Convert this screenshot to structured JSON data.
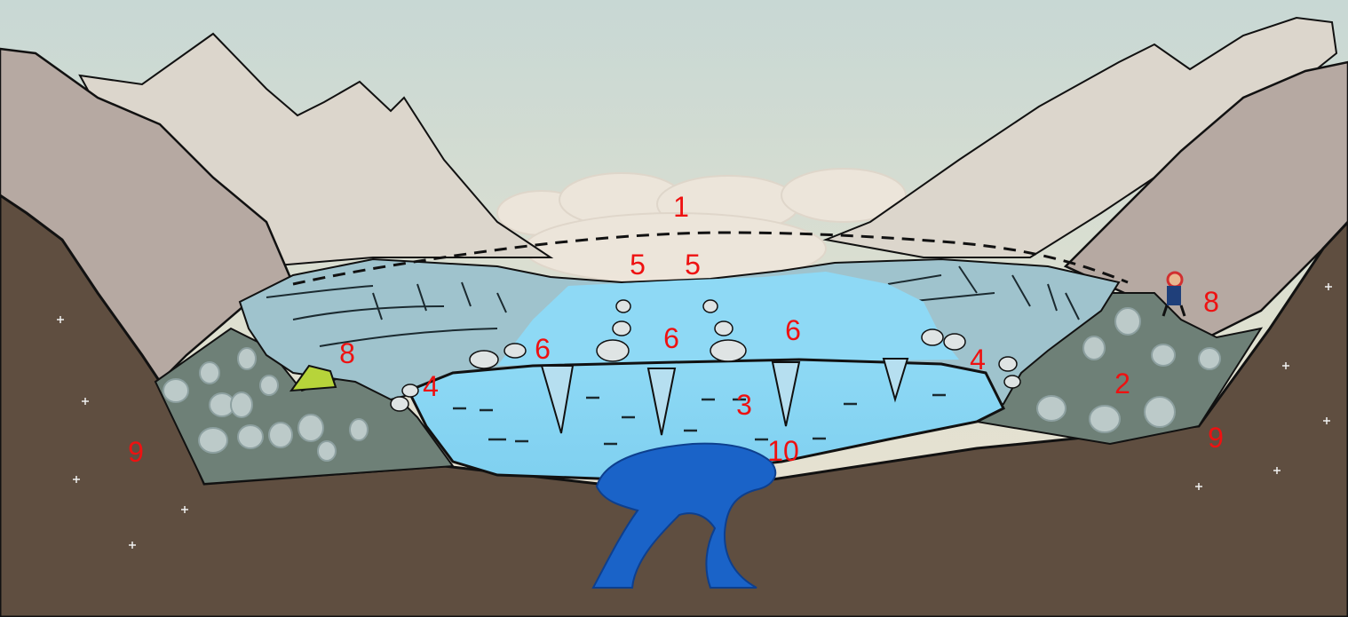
{
  "diagram": {
    "labels": [
      {
        "id": "1",
        "text": "1"
      },
      {
        "id": "5a",
        "text": "5"
      },
      {
        "id": "5b",
        "text": "5"
      },
      {
        "id": "6a",
        "text": "6"
      },
      {
        "id": "6b",
        "text": "6"
      },
      {
        "id": "6c",
        "text": "6"
      },
      {
        "id": "8a",
        "text": "8"
      },
      {
        "id": "8b",
        "text": "8"
      },
      {
        "id": "4a",
        "text": "4"
      },
      {
        "id": "4b",
        "text": "4"
      },
      {
        "id": "3",
        "text": "3"
      },
      {
        "id": "2",
        "text": "2"
      },
      {
        "id": "9a",
        "text": "9"
      },
      {
        "id": "9b",
        "text": "9"
      },
      {
        "id": "10",
        "text": "10"
      }
    ],
    "colors": {
      "sky_top": "#c8d6d2",
      "sky_bottom": "#e6dccb",
      "snow_peaks": "#dcd6cc",
      "mid_slopes": "#b6a9a2",
      "bedrock": "#5f4e40",
      "moraine": "#6e8077",
      "boulders": "#bccac9",
      "glacier_ice": "#9fc3cd",
      "lake_water": "#86d6f4",
      "cave_ice": "#1a63c8",
      "tent": "#b7d43a",
      "label": "#ee1111"
    }
  }
}
